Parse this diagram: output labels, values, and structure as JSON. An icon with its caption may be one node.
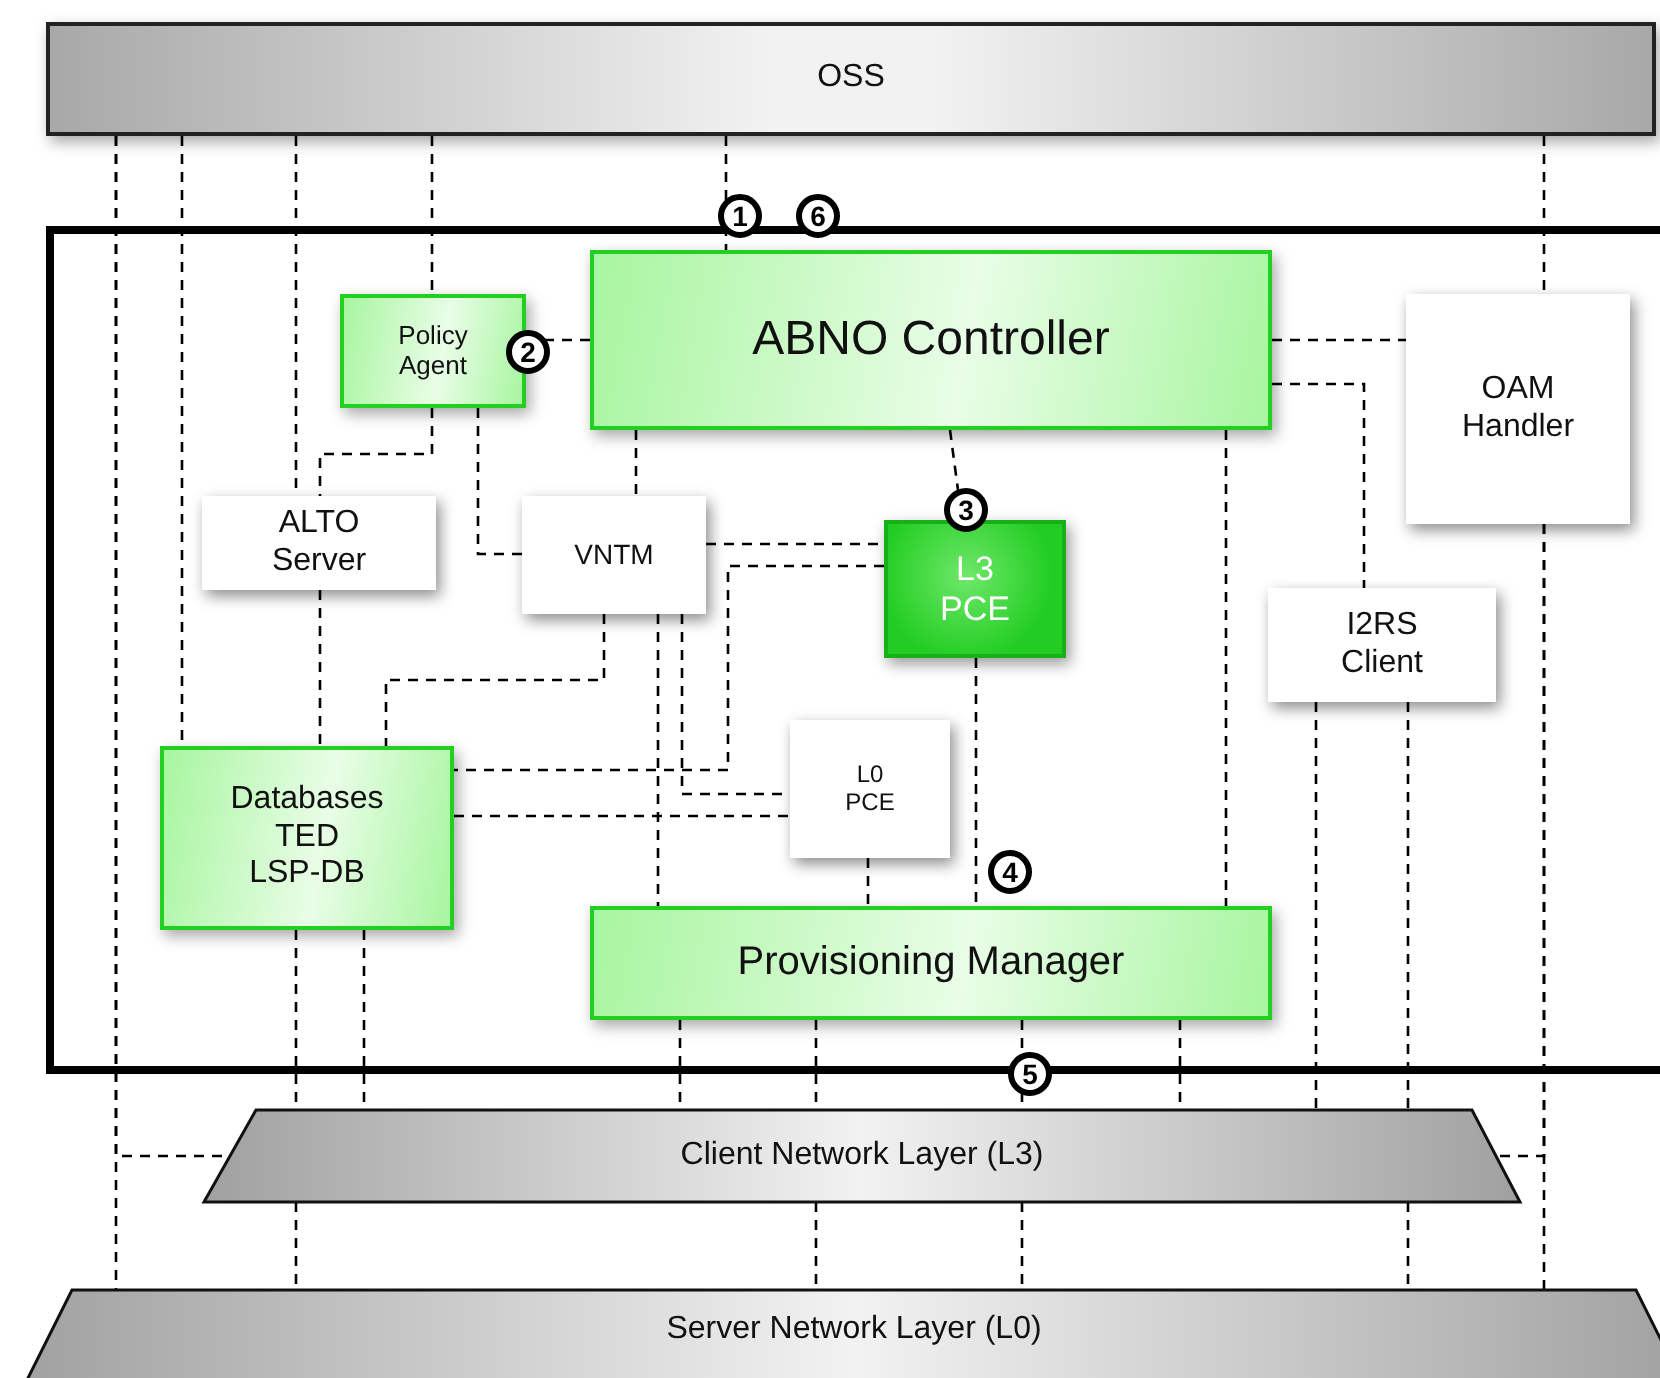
{
  "diagram": {
    "nodes": [
      {
        "text": [
          "OSS"
        ]
      },
      {
        "text": [],
        "shape": "box"
      },
      {
        "text": [
          "ABNO Controller"
        ],
        "in": 1
      },
      {
        "text": [
          "Policy Agent"
        ],
        "in": 1
      },
      {
        "text": [
          "OAM Handler"
        ],
        "in": 1
      },
      {
        "text": [
          "ALTO Server"
        ],
        "in": 1
      },
      {
        "text": [
          "VNTM"
        ],
        "in": 1
      },
      {
        "text": [
          "L3 PCE"
        ],
        "in": 1
      },
      {
        "text": [
          "I2RS Client"
        ],
        "in": 1
      },
      {
        "text": [
          "Databases",
          "TED",
          "LSP-DB"
        ],
        "in": 1
      },
      {
        "text": [
          "L0 PCE"
        ],
        "in": 1
      },
      {
        "text": [
          "Provisioning Manager"
        ],
        "in": 1
      },
      {
        "text": [
          "Client Network Layer (L3)"
        ]
      },
      {
        "text": [
          "Server Network Layer (L0)"
        ]
      }
    ],
    "edges": [
      {
        "from": 0,
        "to": 2,
        "arrow": "none",
        "style": "dashed"
      },
      {
        "from": 0,
        "to": 3,
        "arrow": "none",
        "style": "dashed"
      },
      {
        "from": 0,
        "to": 4,
        "arrow": "none",
        "style": "dashed"
      },
      {
        "from": 0,
        "to": 5,
        "arrow": "none",
        "style": "dashed"
      },
      {
        "from": 0,
        "to": 9,
        "arrow": "none",
        "style": "dashed"
      },
      {
        "from": 0,
        "to": 12,
        "arrow": "none",
        "style": "dashed"
      },
      {
        "from": 0,
        "to": 13,
        "arrow": "none",
        "style": "dashed"
      },
      {
        "from": 3,
        "to": 2,
        "arrow": "none",
        "style": "dashed"
      },
      {
        "from": 3,
        "to": 5,
        "arrow": "none",
        "style": "dashed"
      },
      {
        "from": 3,
        "to": 6,
        "arrow": "none",
        "style": "dashed"
      },
      {
        "from": 2,
        "to": 6,
        "arrow": "none",
        "style": "dashed"
      },
      {
        "from": 2,
        "to": 7,
        "arrow": "none",
        "style": "dashed"
      },
      {
        "from": 2,
        "to": 4,
        "arrow": "none",
        "style": "dashed"
      },
      {
        "from": 2,
        "to": 8,
        "arrow": "none",
        "style": "dashed"
      },
      {
        "from": 2,
        "to": 11,
        "arrow": "none",
        "style": "dashed"
      },
      {
        "from": 5,
        "to": 9,
        "arrow": "none",
        "style": "dashed"
      },
      {
        "from": 6,
        "to": 7,
        "arrow": "none",
        "style": "dashed"
      },
      {
        "from": 6,
        "to": 9,
        "arrow": "none",
        "style": "dashed"
      },
      {
        "from": 6,
        "to": 11,
        "arrow": "none",
        "style": "dashed"
      },
      {
        "from": 6,
        "to": 10,
        "arrow": "none",
        "style": "dashed"
      },
      {
        "from": 7,
        "to": 9,
        "arrow": "none",
        "style": "dashed"
      },
      {
        "from": 7,
        "to": 11,
        "arrow": "none",
        "style": "dashed"
      },
      {
        "from": 9,
        "to": 10,
        "arrow": "none",
        "style": "dashed"
      },
      {
        "from": 10,
        "to": 11,
        "arrow": "none",
        "style": "dashed"
      },
      {
        "from": 9,
        "to": 12,
        "arrow": "none",
        "style": "dashed"
      },
      {
        "from": 9,
        "to": 12,
        "arrow": "none",
        "style": "dashed"
      },
      {
        "from": 11,
        "to": 12,
        "arrow": "none",
        "style": "dashed"
      },
      {
        "from": 11,
        "to": 12,
        "arrow": "none",
        "style": "dashed"
      },
      {
        "from": 11,
        "to": 12,
        "arrow": "none",
        "style": "dashed"
      },
      {
        "from": 11,
        "to": 12,
        "arrow": "none",
        "style": "dashed"
      },
      {
        "from": 8,
        "to": 12,
        "arrow": "none",
        "style": "dashed"
      },
      {
        "from": 8,
        "to": 12,
        "arrow": "none",
        "style": "dashed"
      },
      {
        "from": 4,
        "to": 13,
        "arrow": "none",
        "style": "dashed"
      },
      {
        "from": 4,
        "to": 12,
        "arrow": "none",
        "style": "dashed"
      },
      {
        "from": 12,
        "to": 13,
        "arrow": "none",
        "style": "dashed"
      },
      {
        "from": 12,
        "to": 13,
        "arrow": "none",
        "style": "dashed"
      },
      {
        "from": 12,
        "to": 13,
        "arrow": "none",
        "style": "dashed"
      },
      {
        "from": 12,
        "to": 13,
        "arrow": "none",
        "style": "dashed"
      }
    ],
    "labels": [
      "1",
      "6",
      "2",
      "3",
      "4",
      "5"
    ]
  }
}
